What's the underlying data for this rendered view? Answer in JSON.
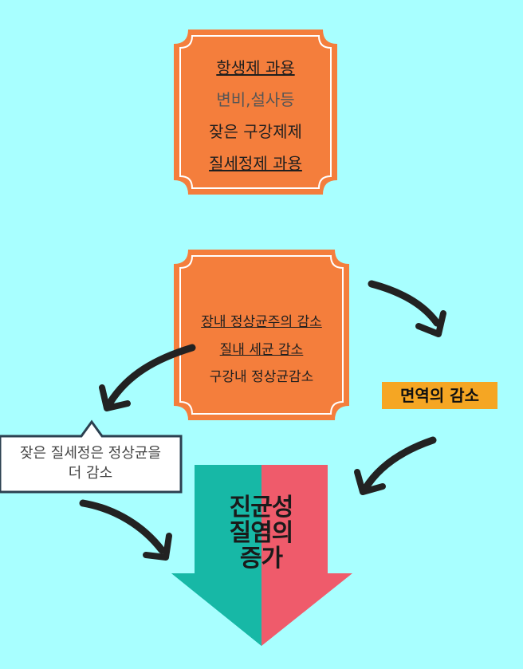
{
  "box1": {
    "line1": "항생제 과용",
    "line2": "변비,설사등",
    "line3": "잦은 구강제제",
    "line4": "질세정제 과용"
  },
  "box2": {
    "line1": "장내 정상균주의 감소",
    "line2": "질내 세균 감소",
    "line3": "구강내 정상균감소"
  },
  "callout": {
    "line1": "잦은 질세정은 정상균을",
    "line2": "더 감소"
  },
  "highlight": {
    "label": "면역의 감소"
  },
  "big_arrow": {
    "line1": "진균성",
    "line2": "질염의",
    "line3": "증가",
    "left_color": "#17b8a6",
    "right_color": "#ef5b6b"
  },
  "colors": {
    "background": "#a8ffff",
    "box_fill": "#f47e3c",
    "highlight": "#f5a623"
  }
}
